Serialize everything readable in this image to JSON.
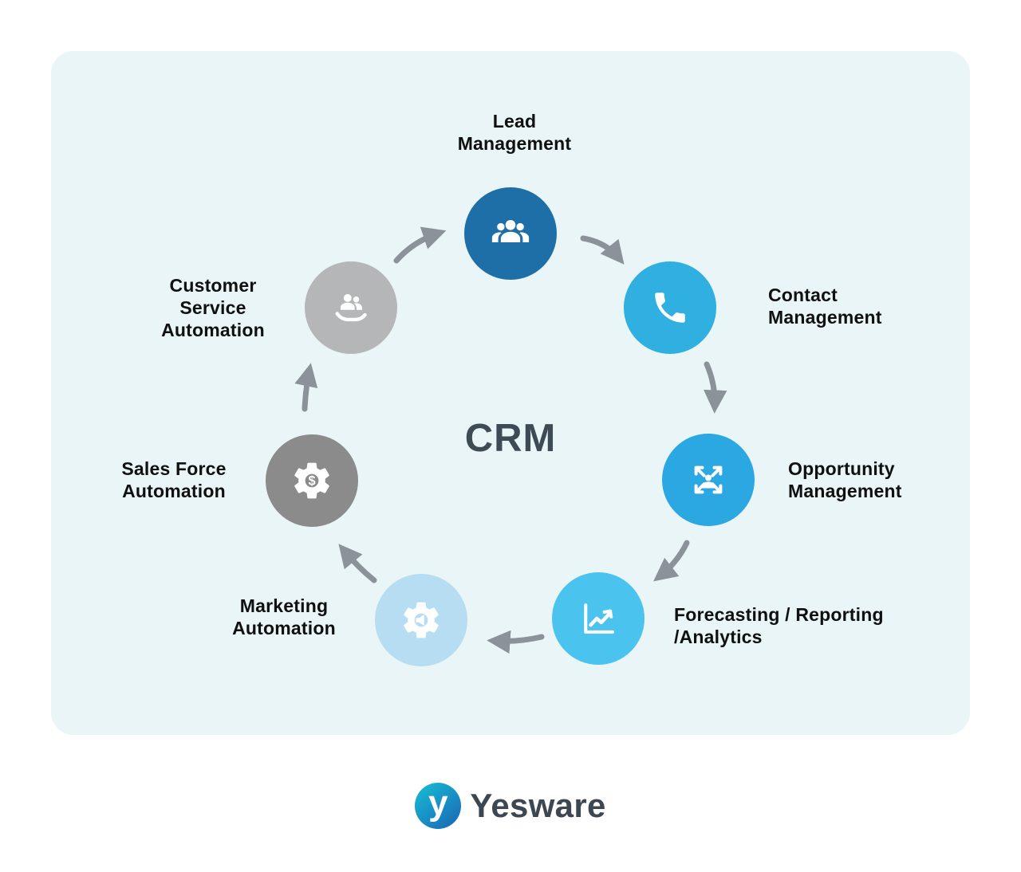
{
  "title": "CRM",
  "colors": {
    "background_card": "#e9f5f7",
    "arrow": "#8b9299",
    "title_text": "#3e4b55",
    "label_text": "#101010",
    "brand_text": "#3d4752",
    "brand_gradient_start": "#17c0d6",
    "brand_gradient_end": "#1b63b4"
  },
  "nodes": [
    {
      "id": "lead-management",
      "lines": [
        "Lead",
        "Management"
      ],
      "color": "#1e6fa8",
      "icon": "people-group-icon"
    },
    {
      "id": "contact-management",
      "lines": [
        "Contact",
        "Management"
      ],
      "color": "#30b0e0",
      "icon": "phone-icon"
    },
    {
      "id": "opportunity-management",
      "lines": [
        "Opportunity",
        "Management"
      ],
      "color": "#2ba7e2",
      "icon": "expand-person-icon"
    },
    {
      "id": "forecasting-reporting-analytics",
      "lines": [
        "Forecasting / Reporting",
        "/Analytics"
      ],
      "color": "#4ac3ee",
      "icon": "chart-growth-icon"
    },
    {
      "id": "marketing-automation",
      "lines": [
        "Marketing",
        "Automation"
      ],
      "color": "#b6ddf1",
      "icon": "gear-megaphone-icon"
    },
    {
      "id": "sales-force-automation",
      "lines": [
        "Sales Force",
        "Automation"
      ],
      "color": "#8b8b8b",
      "icon": "gear-dollar-icon",
      "badge": "$"
    },
    {
      "id": "customer-service-automation",
      "lines": [
        "Customer",
        "Service",
        "Automation"
      ],
      "color": "#b5b6b7",
      "icon": "hand-people-icon"
    }
  ],
  "brand": {
    "name": "Yesware",
    "mark_letter": "y"
  }
}
